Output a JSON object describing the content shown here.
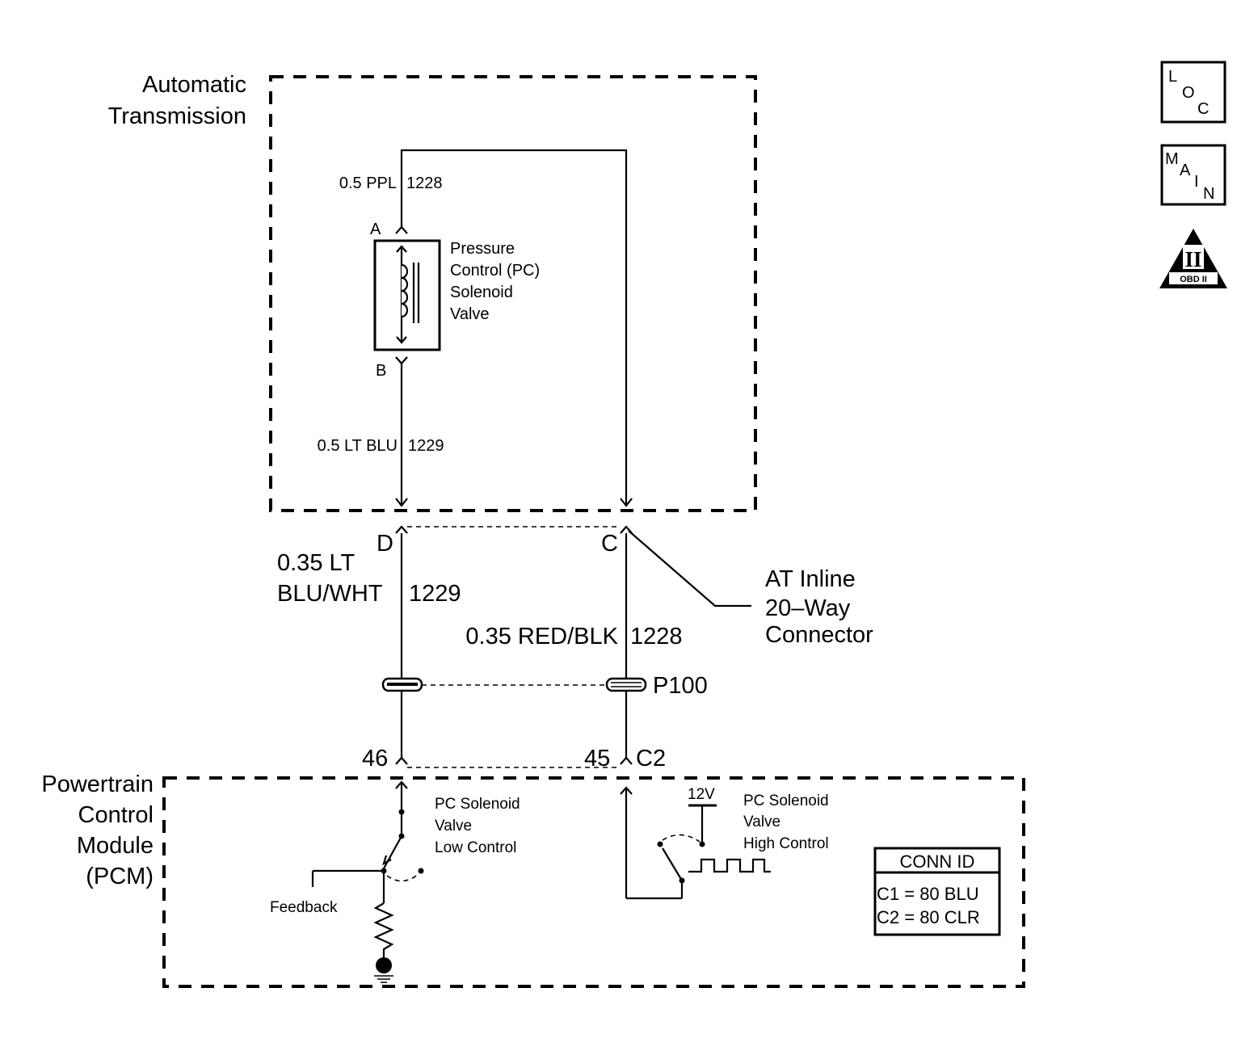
{
  "transmission_box": {
    "line1": "Automatic",
    "line2": "Transmission"
  },
  "pcm_box": {
    "line1": "Powertrain",
    "line2": "Control",
    "line3": "Module",
    "line4": "(PCM)"
  },
  "wires": {
    "ppl_gauge": "0.5 PPL",
    "ppl_circuit": "1228",
    "ltblu_gauge": "0.5 LT BLU",
    "ltblu_circuit": "1229",
    "ltbluwht_line1": "0.35 LT",
    "ltbluwht_line2": "BLU/WHT",
    "ltbluwht_circuit": "1229",
    "redblk_gauge": "0.35 RED/BLK",
    "redblk_circuit": "1228"
  },
  "solenoid": {
    "terminal_a": "A",
    "terminal_b": "B",
    "label_line1": "Pressure",
    "label_line2": "Control (PC)",
    "label_line3": "Solenoid",
    "label_line4": "Valve"
  },
  "connector": {
    "pin_d": "D",
    "pin_c": "C",
    "label_line1": "AT Inline",
    "label_line2": "20–Way",
    "label_line3": "Connector"
  },
  "passthrough": {
    "label": "P100"
  },
  "pcm_pins": {
    "pin_46": "46",
    "pin_45": "45",
    "conn_c2": "C2"
  },
  "pcm_internal": {
    "low_line1": "PC Solenoid",
    "low_line2": "Valve",
    "low_line3": "Low Control",
    "high_line1": "PC Solenoid",
    "high_line2": "Valve",
    "high_line3": "High Control",
    "voltage": "12V",
    "feedback": "Feedback"
  },
  "conn_id": {
    "header": "CONN ID",
    "c1": "C1 = 80 BLU",
    "c2": "C2 = 80 CLR"
  },
  "nav_icons": {
    "loc_l": "L",
    "loc_o": "O",
    "loc_c": "C",
    "main_m": "M",
    "main_a": "A",
    "main_i": "I",
    "main_n": "N",
    "obd_numeral": "II",
    "obd_label": "OBD II"
  }
}
